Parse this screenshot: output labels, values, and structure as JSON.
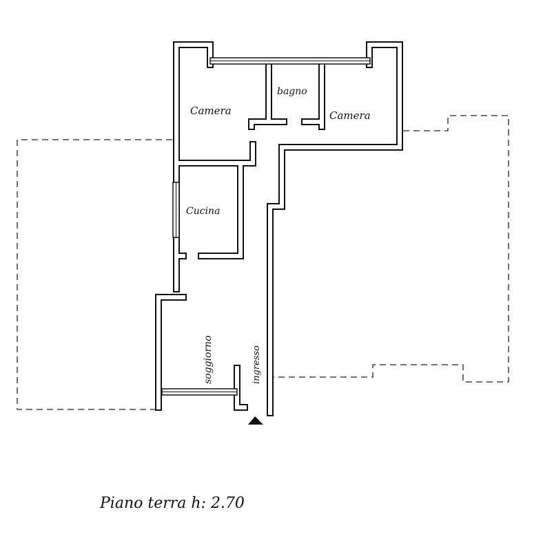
{
  "plan": {
    "title": "Piano terra h: 2.70",
    "rooms": {
      "camera_left": "Camera",
      "bagno": "bagno",
      "camera_right": "Camera",
      "cucina": "Cucina",
      "soggiorno": "soggiorno",
      "ingresso": "ingresso"
    },
    "colors": {
      "ink": "#111111",
      "paper": "#ffffff"
    }
  }
}
